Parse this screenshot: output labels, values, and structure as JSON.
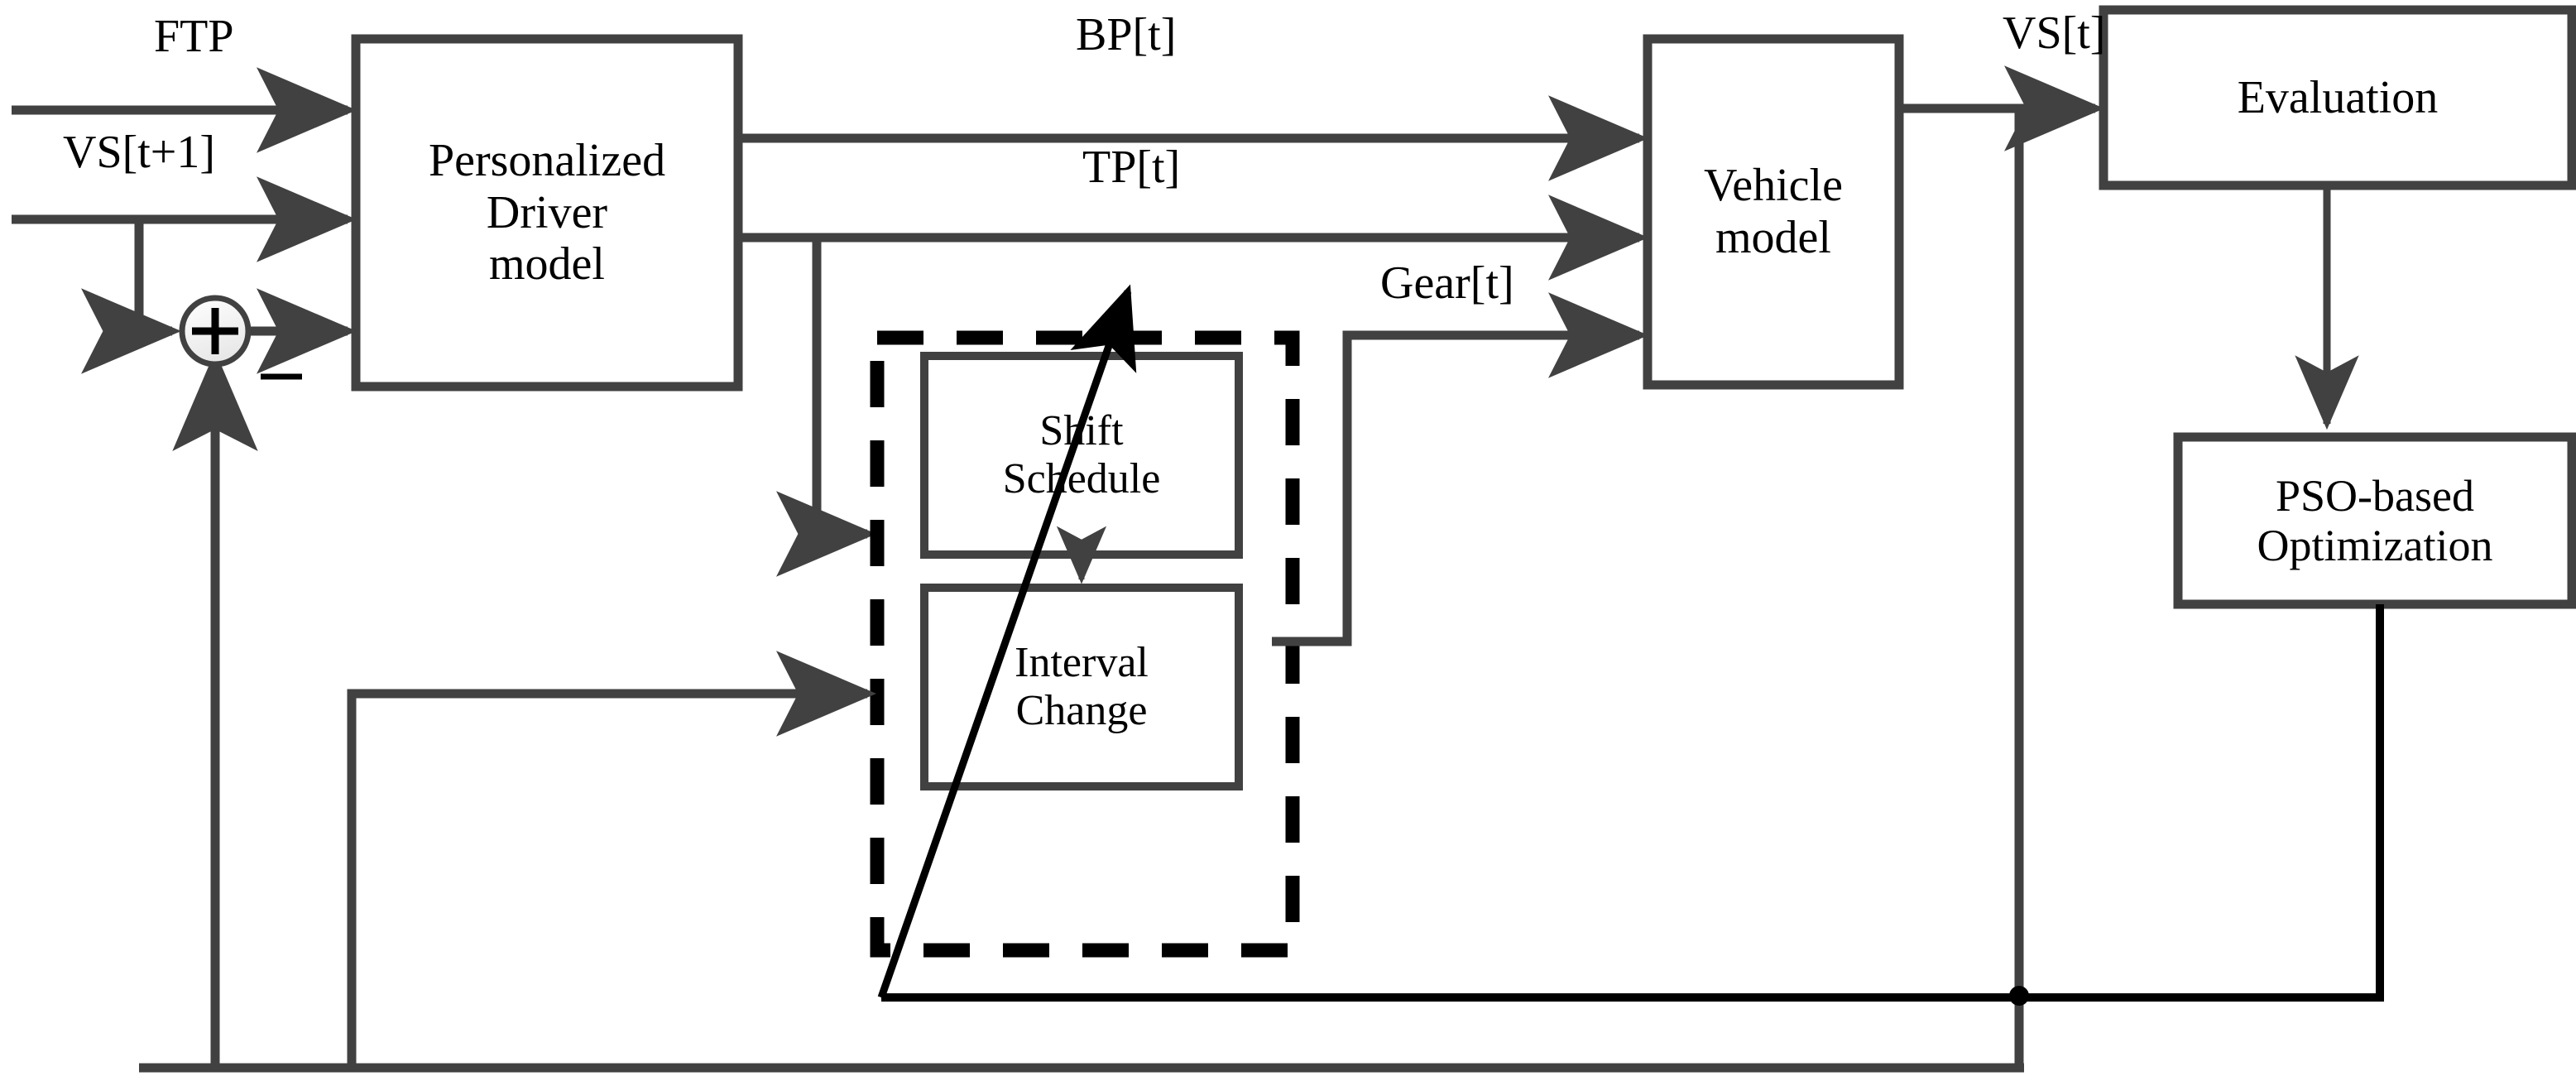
{
  "diagram": {
    "title": "Personalized driver / vehicle shift-schedule optimization block diagram",
    "colors": {
      "line": "#414141",
      "line_thin": "#000000",
      "text": "#000000",
      "background": "#ffffff",
      "dashed_border": "#000000",
      "sum_fill": "#f2f2f2"
    }
  },
  "blocks": {
    "driver_model": {
      "label": "Personalized\nDriver\nmodel"
    },
    "vehicle_model": {
      "label": "Vehicle\nmodel"
    },
    "evaluation": {
      "label": "Evaluation"
    },
    "pso": {
      "label": "PSO-based\nOptimization"
    },
    "shift_schedule": {
      "label": "Shift\nSchedule"
    },
    "interval_change": {
      "label": "Interval\nChange"
    }
  },
  "signals": {
    "ftp": "FTP",
    "vs_next": "VS[t+1]",
    "bp": "BP[t]",
    "tp": "TP[t]",
    "gear": "Gear[t]",
    "vs": "VS[t]",
    "sum_plus": "+",
    "sum_minus": "−"
  }
}
